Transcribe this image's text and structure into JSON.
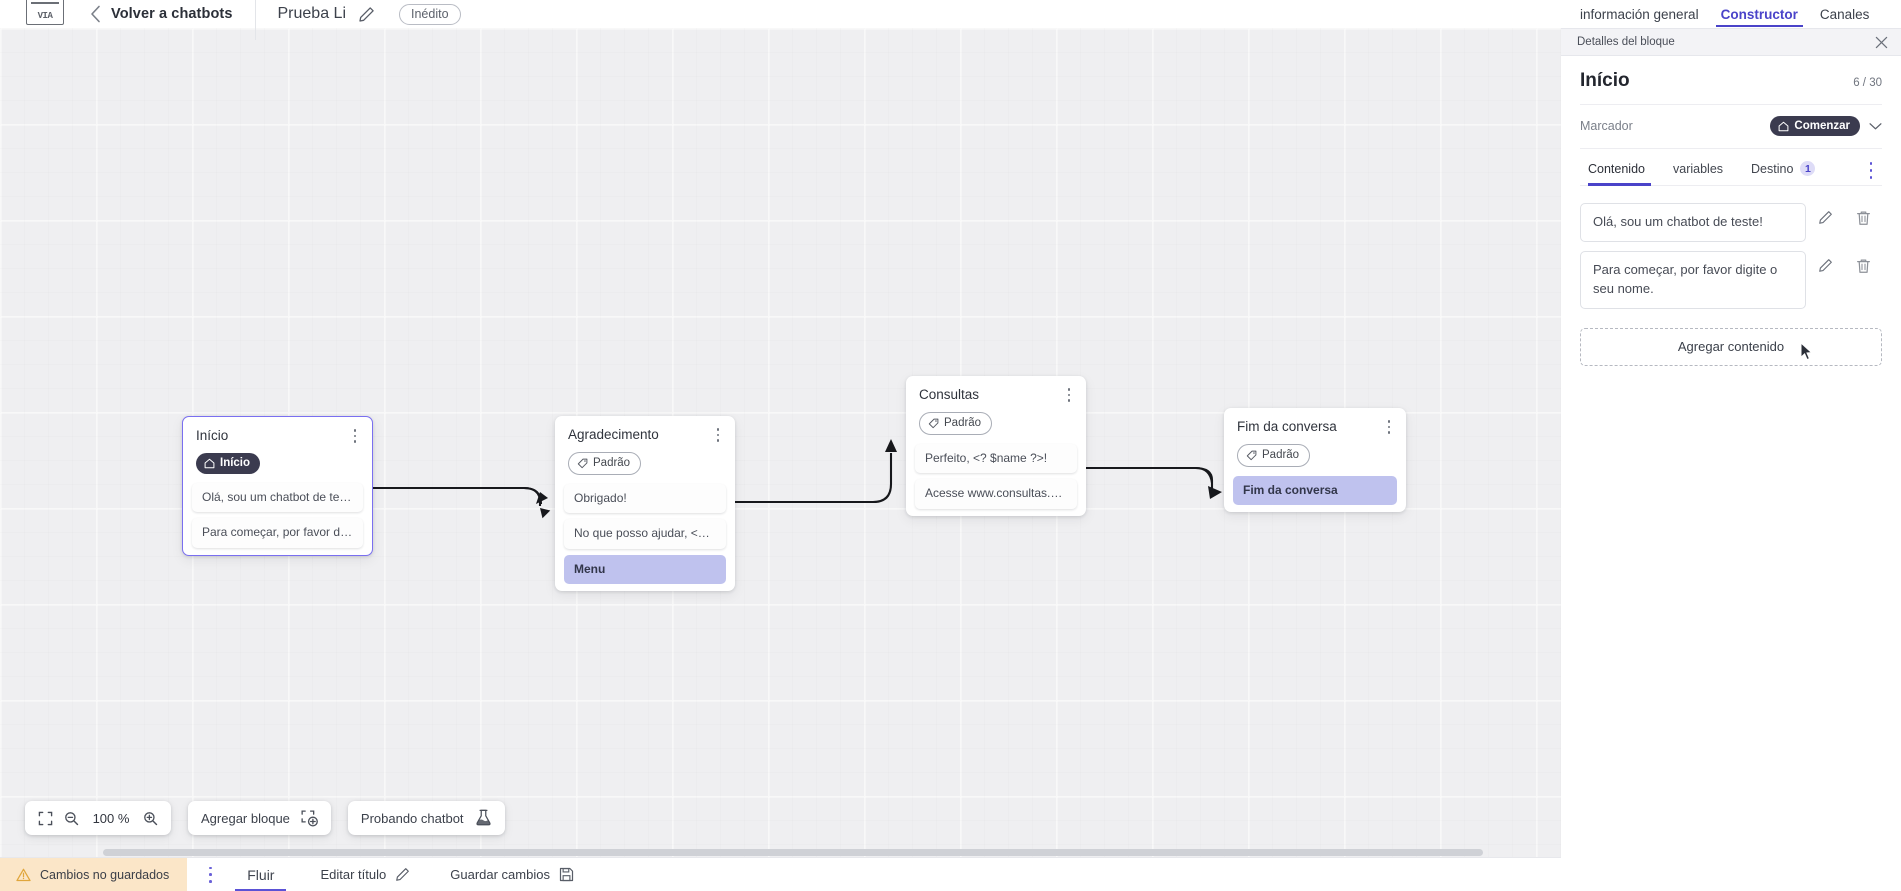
{
  "topbar": {
    "logo_text": "VIA",
    "back_label": "Volver a chatbots",
    "doc_title": "Prueba Li",
    "edit_icon": "pencil-icon",
    "status_badge": "Inédito"
  },
  "right_panel": {
    "tabs": [
      {
        "label": "información general",
        "active": false
      },
      {
        "label": "Constructor",
        "active": true
      },
      {
        "label": "Canales",
        "active": false
      }
    ],
    "header": {
      "title": "Detalles del bloque",
      "close_icon": "close-icon"
    },
    "block_title": "Início",
    "block_count": "6 / 30",
    "marker_label": "Marcador",
    "marker_badge": "Comenzar",
    "marker_badge_icon": "home-icon",
    "marker_chevron": "chevron-down-icon",
    "detail_tabs": [
      {
        "label": "Contenido",
        "badge": "",
        "active": true
      },
      {
        "label": "variables",
        "badge": "",
        "active": false
      },
      {
        "label": "Destino",
        "badge": "1",
        "active": false
      }
    ],
    "detail_kebab": "kebab-menu-icon",
    "contents": [
      {
        "text": "Olá, sou um chatbot de teste!",
        "edit_icon": "pencil-icon",
        "delete_icon": "trash-icon"
      },
      {
        "text": "Para começar, por favor digite o seu nome.",
        "edit_icon": "pencil-icon",
        "delete_icon": "trash-icon"
      }
    ],
    "add_content_label": "Agregar contenido"
  },
  "canvas": {
    "nodes": [
      {
        "id": "inicio",
        "title": "Início",
        "selected": true,
        "pill": {
          "label": "Início",
          "style": "dark",
          "icon": "home-icon"
        },
        "messages": [
          {
            "text": "Olá, sou um chatbot de teste!",
            "accent": false
          },
          {
            "text": "Para começar, por favor digite o ...",
            "accent": false
          }
        ]
      },
      {
        "id": "agradecimento",
        "title": "Agradecimento",
        "selected": false,
        "pill": {
          "label": "Padrão",
          "style": "light",
          "icon": "tag-icon"
        },
        "messages": [
          {
            "text": "Obrigado!",
            "accent": false
          },
          {
            "text": "No que posso ajudar, <? $name ...",
            "accent": false
          },
          {
            "text": "Menu",
            "accent": true
          }
        ]
      },
      {
        "id": "consultas",
        "title": "Consultas",
        "selected": false,
        "pill": {
          "label": "Padrão",
          "style": "light",
          "icon": "tag-icon"
        },
        "messages": [
          {
            "text": "Perfeito, <? $name ?>!",
            "accent": false
          },
          {
            "text": "Acesse www.consultas.com par...",
            "accent": false
          }
        ]
      },
      {
        "id": "fim",
        "title": "Fim da conversa",
        "selected": false,
        "pill": {
          "label": "Padrão",
          "style": "light",
          "icon": "tag-icon"
        },
        "messages": [
          {
            "text": "Fim da conversa",
            "accent": true
          }
        ]
      }
    ],
    "toolbar": {
      "fit_icon": "fit-screen-icon",
      "zoom_out_icon": "zoom-out-icon",
      "zoom_level": "100 %",
      "zoom_in_icon": "zoom-in-icon",
      "add_block_label": "Agregar bloque",
      "add_block_icon": "add-block-icon",
      "test_chatbot_label": "Probando chatbot",
      "test_chatbot_icon": "flask-icon"
    }
  },
  "statusbar": {
    "unsaved_label": "Cambios no guardados",
    "warning_icon": "warning-icon",
    "kebab_icon": "kebab-menu-icon",
    "flow_tab": "Fluir",
    "edit_title_label": "Editar título",
    "edit_title_icon": "pencil-icon",
    "save_label": "Guardar cambios",
    "save_icon": "save-icon"
  },
  "colors": {
    "accent": "#4a43c9",
    "node_accent": "#bfc2ee",
    "warning_bg": "#fbe6c8",
    "dark_pill": "#3b3b4f"
  }
}
